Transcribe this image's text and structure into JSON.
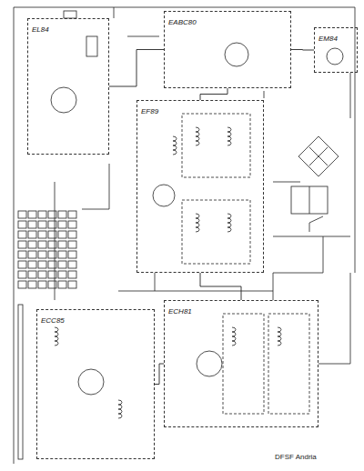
{
  "diagram": {
    "nodes": [
      {
        "text": [
          "EL84"
        ]
      },
      {
        "text": [
          "ECC85"
        ]
      },
      {
        "text": [
          "ECH81"
        ]
      },
      {
        "text": [
          "EF89"
        ]
      },
      {
        "text": [
          "EABC80"
        ]
      },
      {
        "text": [
          "EM84"
        ]
      }
    ],
    "edges": [
      {
        "from": 1,
        "to": 2,
        "arrow": "none"
      },
      {
        "from": 2,
        "to": 3,
        "arrow": "none"
      },
      {
        "from": 3,
        "to": 4,
        "arrow": "none"
      },
      {
        "from": 4,
        "to": 0,
        "arrow": "none"
      },
      {
        "from": 4,
        "to": 5,
        "arrow": "none"
      }
    ],
    "labels": [
      "DFSF Andria"
    ]
  }
}
